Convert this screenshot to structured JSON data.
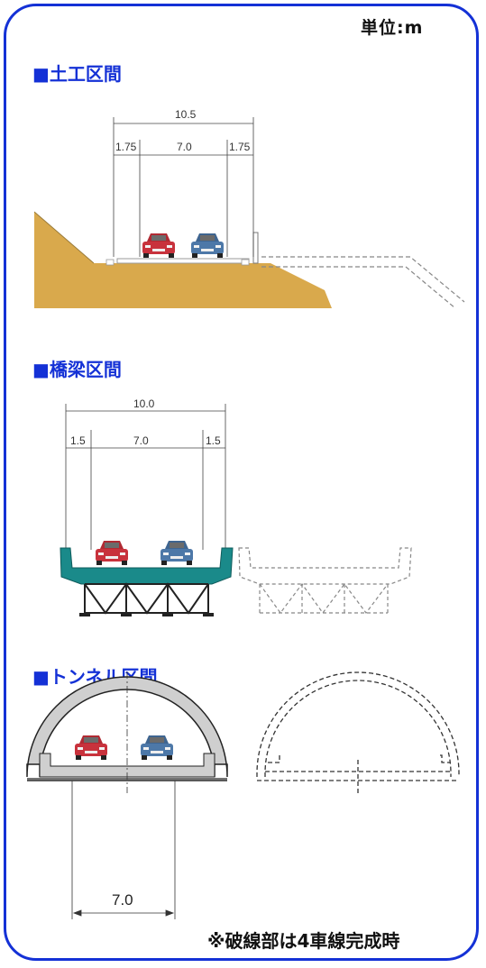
{
  "unit_label": "単位:m",
  "sections": {
    "earthwork": {
      "title": "■土工区間",
      "dims": {
        "total": "10.5",
        "left_shoulder": "1.75",
        "lanes": "7.0",
        "right_shoulder": "1.75"
      }
    },
    "bridge": {
      "title": "■橋梁区間",
      "dims": {
        "total": "10.0",
        "left_shoulder": "1.5",
        "lanes": "7.0",
        "right_shoulder": "1.5"
      }
    },
    "tunnel": {
      "title": "■トンネル区間",
      "dims": {
        "lanes": "7.0"
      }
    }
  },
  "note": "※破線部は4車線完成時",
  "colors": {
    "frame": "#1431d6",
    "title": "#1431d6",
    "earth": "#d9a94c",
    "bridge_deck": "#1a8a8a",
    "tunnel_lining": "#cfcfcf",
    "car_red": "#c8323c",
    "car_blue": "#4d78a8"
  }
}
